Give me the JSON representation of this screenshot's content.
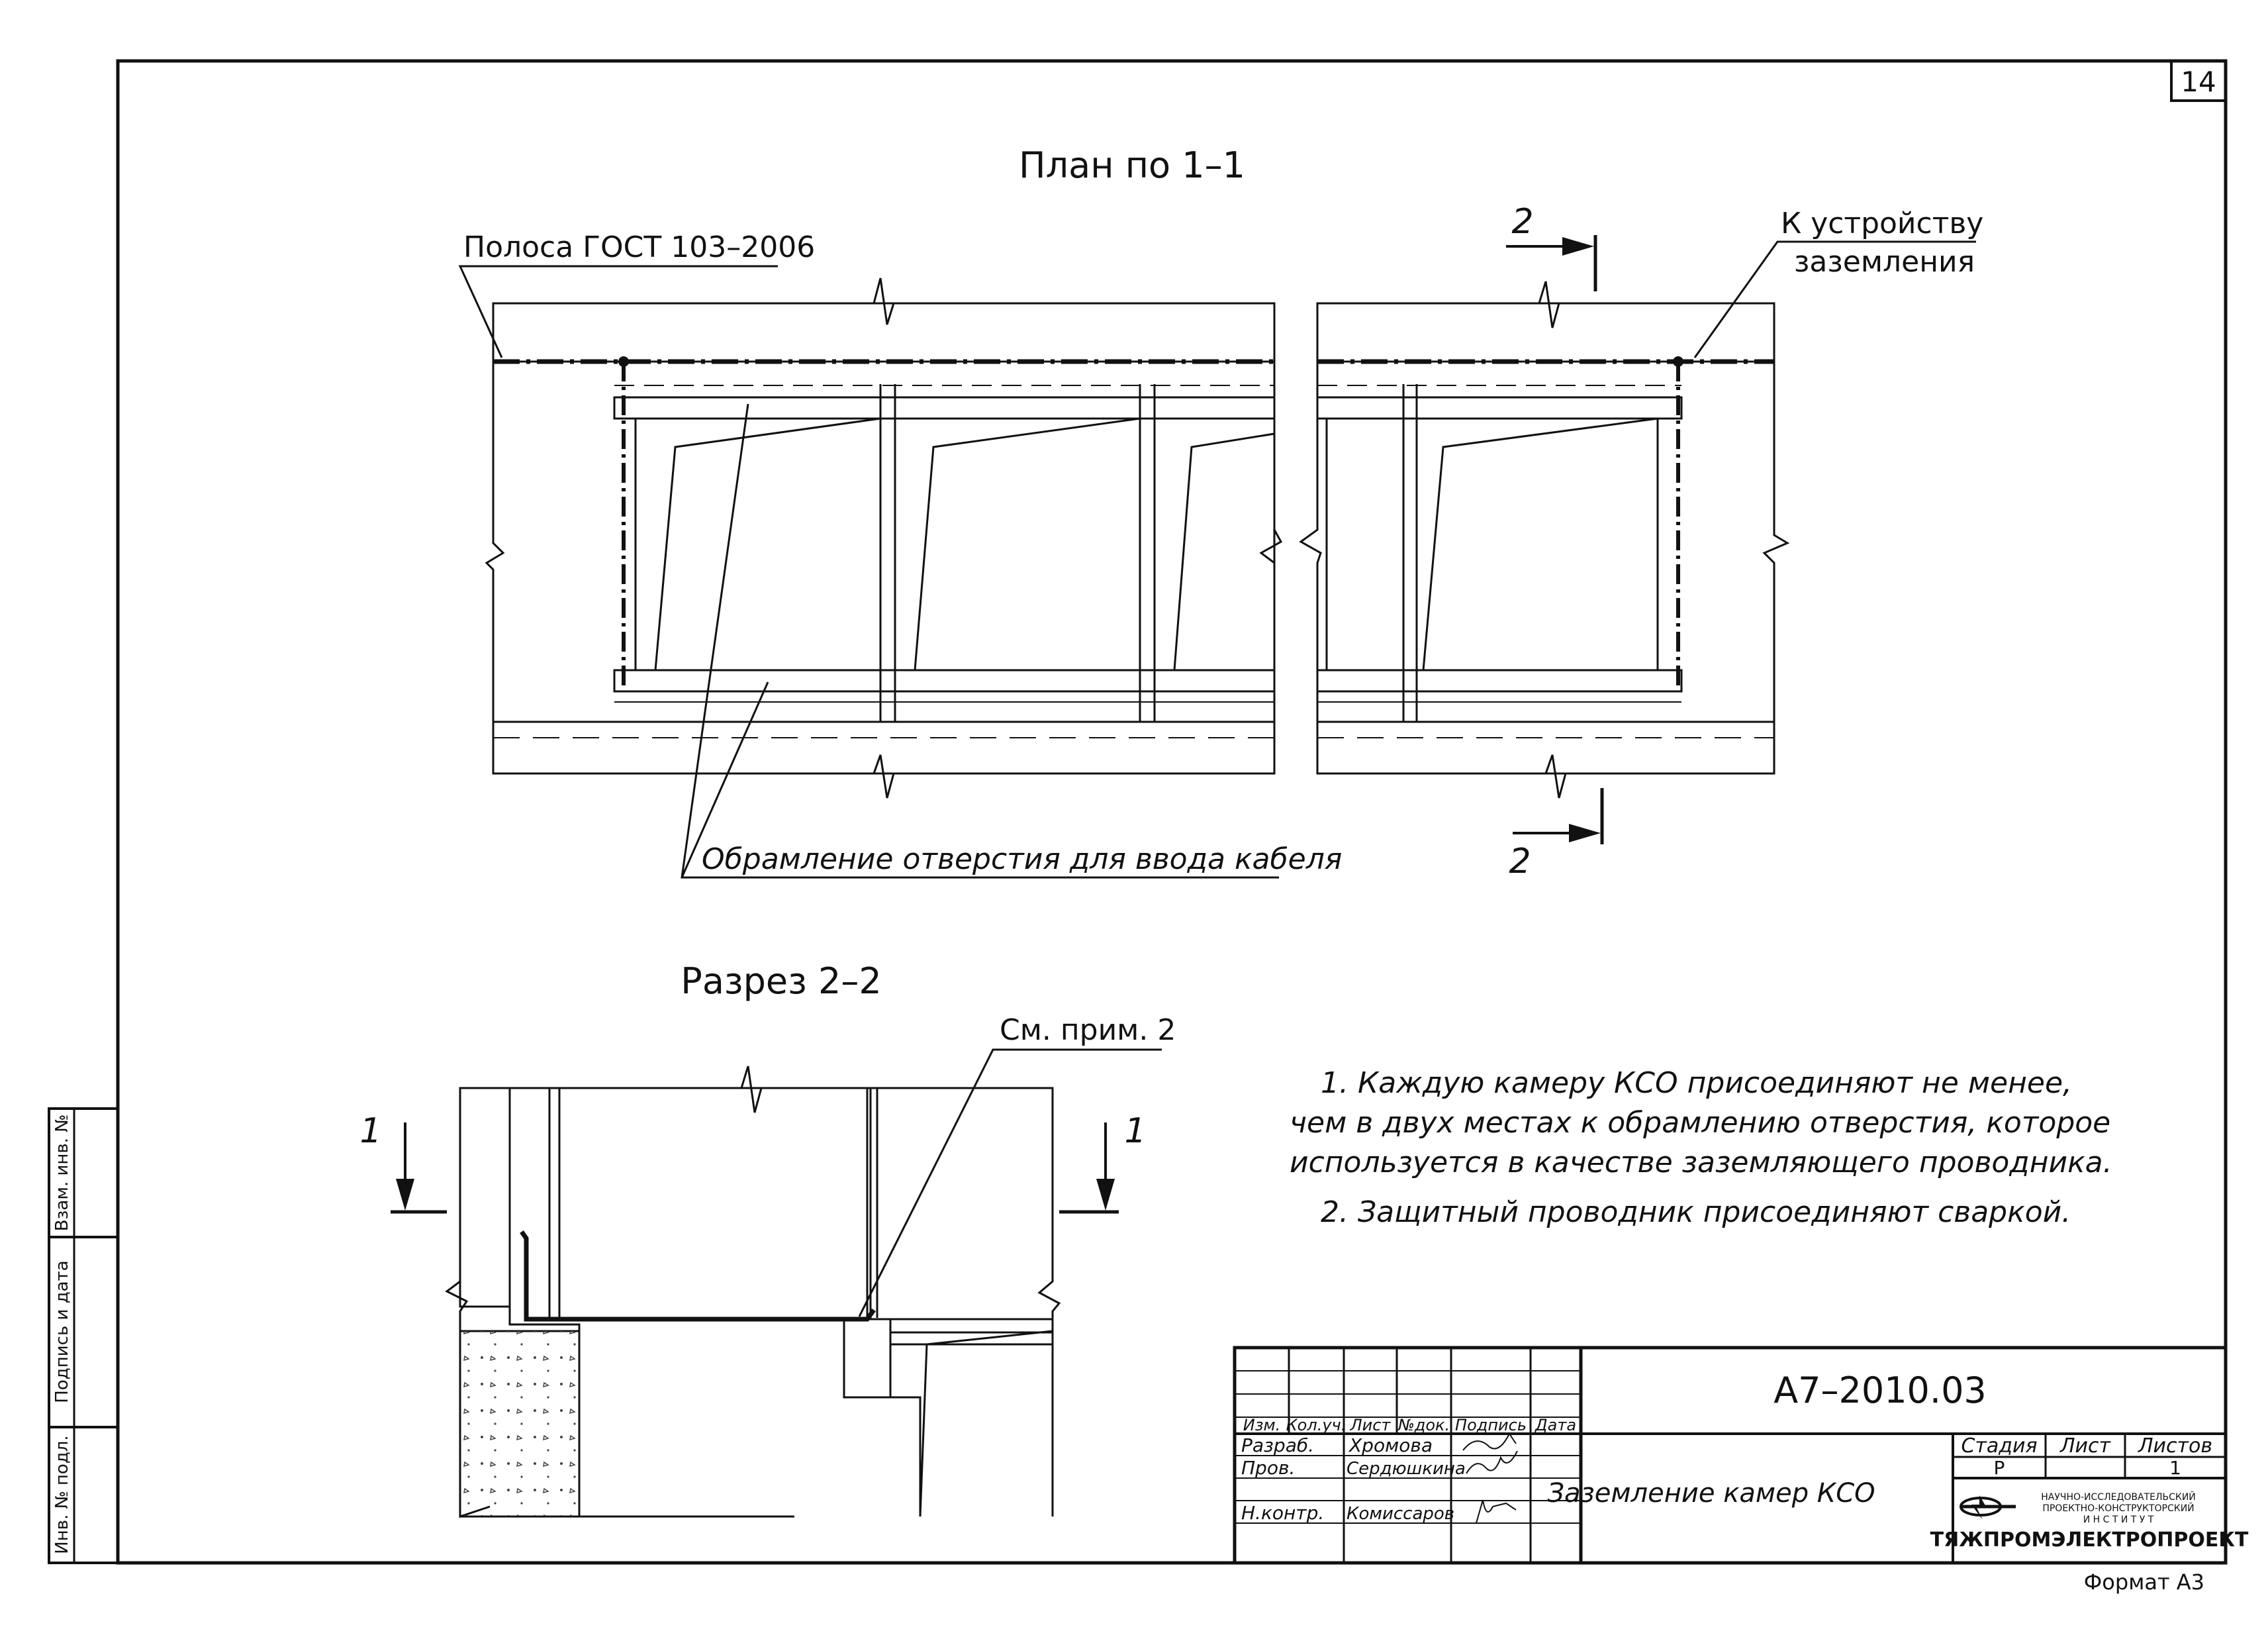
{
  "sheet": {
    "number": "14",
    "format": "Формат А3"
  },
  "plan": {
    "title": "План по 1–1",
    "label_strip": "Полоса ГОСТ 103–2006",
    "label_grounding": [
      "К устройству",
      "заземления"
    ],
    "label_frame": "Обрамление отверстия для ввода кабеля",
    "section_marks": [
      "2",
      "2"
    ]
  },
  "section": {
    "title": "Разрез 2–2",
    "label_note": "См. прим. 2",
    "cut_marks": [
      "1",
      "1"
    ]
  },
  "notes": [
    "1. Каждую камеру КСО присоединяют не менее,",
    "чем в двух местах к обрамлению отверстия, которое",
    "используется в качестве заземляющего проводника.",
    "2. Защитный проводник присоединяют сваркой."
  ],
  "side_stamp": [
    "Взам. инв. №",
    "Подпись и дата",
    "Инв. № подл."
  ],
  "title_block": {
    "code": "А7–2010.03",
    "name": "Заземление камер КСО",
    "headers": [
      "Изм.",
      "Кол.уч.",
      "Лист",
      "№док.",
      "Подпись",
      "Дата"
    ],
    "rows": [
      {
        "role": "Разраб.",
        "person": "Хромова"
      },
      {
        "role": "Пров.",
        "person": "Сердюшкина"
      },
      {
        "role": "Н.контр.",
        "person": "Комиссаров"
      }
    ],
    "stage_header": "Стадия",
    "sheet_header": "Лист",
    "sheets_header": "Листов",
    "stage": "Р",
    "sheets_total": "1",
    "org_line1": "НАУЧНО-ИССЛЕДОВАТЕЛЬСКИЙ",
    "org_line2": "ПРОЕКТНО-КОНСТРУКТОРСКИЙ",
    "org_line3": "И Н С Т И Т У Т",
    "org_name": "ТЯЖПРОМЭЛЕКТРОПРОЕКТ"
  }
}
